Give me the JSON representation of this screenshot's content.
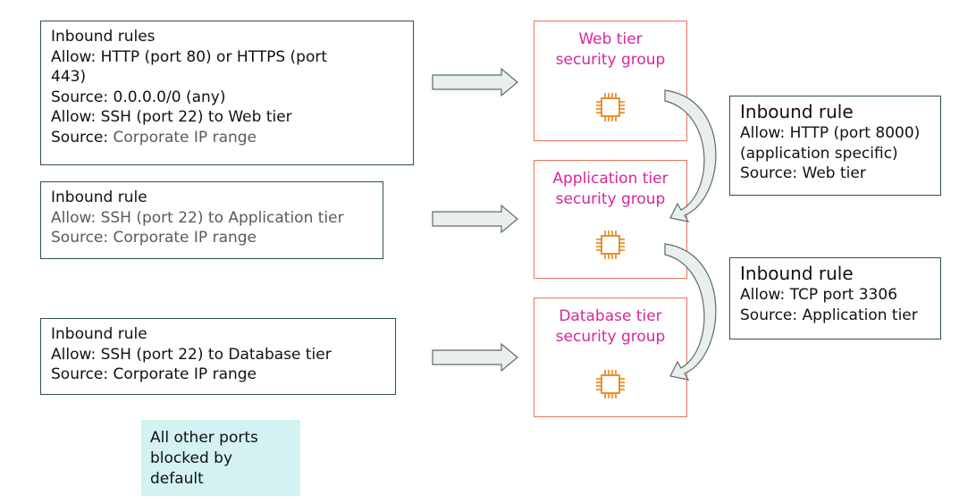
{
  "left_rules": [
    {
      "lines": [
        {
          "text": "Inbound rules",
          "style": "normal"
        },
        {
          "text": "Allow: HTTP (port 80) or HTTPS (port",
          "style": "normal"
        },
        {
          "text": "443)",
          "style": "normal"
        },
        {
          "text": "Source: 0.0.0.0/0 (any)",
          "style": "normal"
        },
        {
          "text": "Allow: SSH (port 22) to Web tier",
          "style": "normal"
        },
        {
          "label": "Source:",
          "text": " Corporate IP range",
          "style": "label-muted"
        }
      ]
    },
    {
      "lines": [
        {
          "text": "Inbound rule",
          "style": "normal"
        },
        {
          "text": "Allow: SSH (port 22) to Application tier",
          "style": "muted"
        },
        {
          "text": "Source: Corporate IP range",
          "style": "muted"
        }
      ]
    },
    {
      "lines": [
        {
          "text": "Inbound rule",
          "style": "normal"
        },
        {
          "text": "Allow: SSH (port 22) to Database tier",
          "style": "normal"
        },
        {
          "text": "Source: Corporate IP range",
          "style": "normal"
        }
      ]
    }
  ],
  "tiers": [
    {
      "line1": "Web tier",
      "line2": "security group",
      "icon": "chip-icon"
    },
    {
      "line1": "Application tier",
      "line2": "security group",
      "icon": "chip-icon"
    },
    {
      "line1": "Database tier",
      "line2": "security group",
      "icon": "chip-icon"
    }
  ],
  "right_rules": [
    {
      "title": "Inbound rule",
      "lines": [
        "Allow: HTTP (port 8000)",
        "(application specific)",
        "Source: Web tier"
      ]
    },
    {
      "title": "Inbound rule",
      "lines": [
        "Allow: TCP port 3306",
        "Source: Application tier"
      ]
    }
  ],
  "note": {
    "lines": [
      "All other ports",
      "blocked by",
      "default"
    ]
  },
  "colors": {
    "rule_border": "#2f4f4f",
    "tier_border": "#e8735a",
    "tier_text": "#d6279b",
    "chip": "#e8851a",
    "note_bg": "#d3f2f1",
    "arrow_fill": "#e9eeee",
    "arrow_stroke": "#5d6b6b"
  }
}
